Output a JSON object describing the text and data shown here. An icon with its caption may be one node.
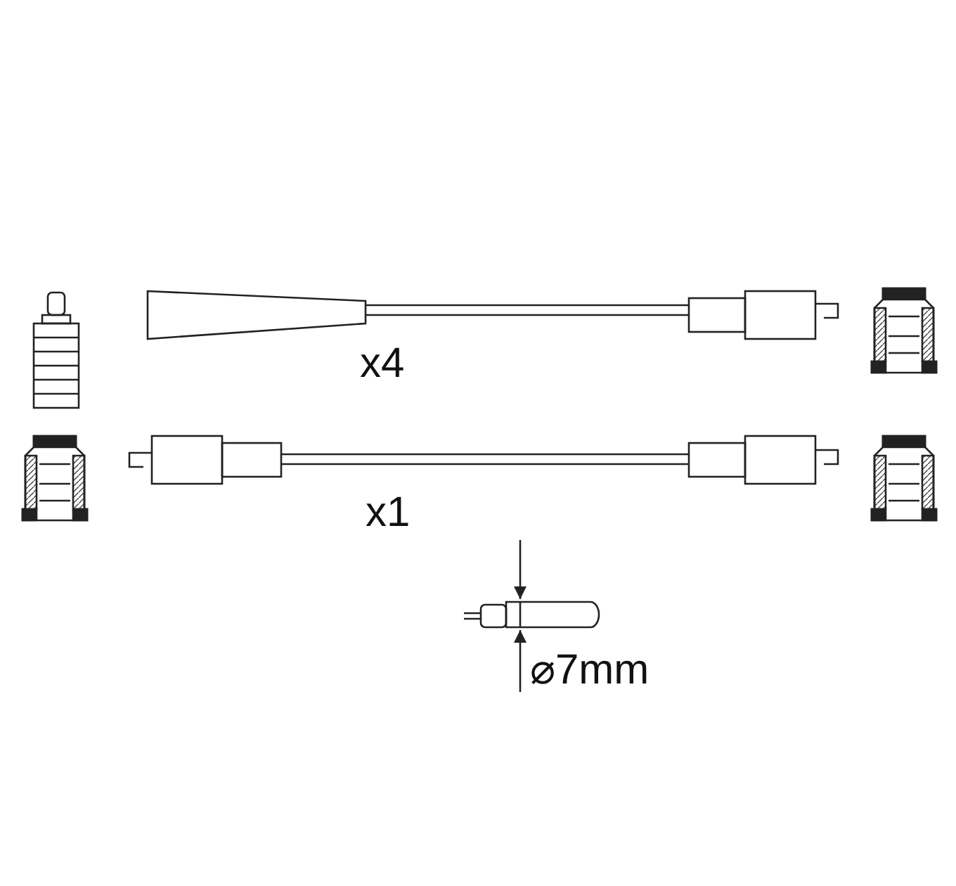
{
  "diagram": {
    "labels": [
      "x4",
      "x1",
      "⌀7mm"
    ]
  }
}
